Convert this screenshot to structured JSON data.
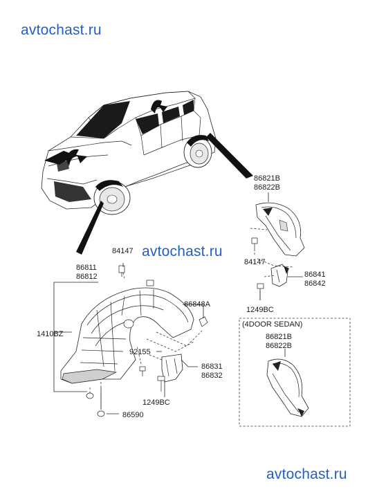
{
  "watermarks": {
    "top_left": "avtochast.ru",
    "middle": "avtochast.ru",
    "bottom_right": "avtochast.ru"
  },
  "labels": {
    "p86821B_top": "86821B",
    "p86822B_top": "86822B",
    "p84147_left": "84147",
    "p86811": "86811",
    "p86812": "86812",
    "p1410BZ": "1410BZ",
    "p86848A": "86848A",
    "p92155": "92155",
    "p86831": "86831",
    "p86832": "86832",
    "p1249BC_left": "1249BC",
    "p86590": "86590",
    "p84147_right": "84147",
    "p86841": "86841",
    "p86842": "86842",
    "p1249BC_right": "1249BC",
    "sedan_title": "(4DOOR SEDAN)",
    "p86821B_sedan": "86821B",
    "p86822B_sedan": "86822B"
  }
}
